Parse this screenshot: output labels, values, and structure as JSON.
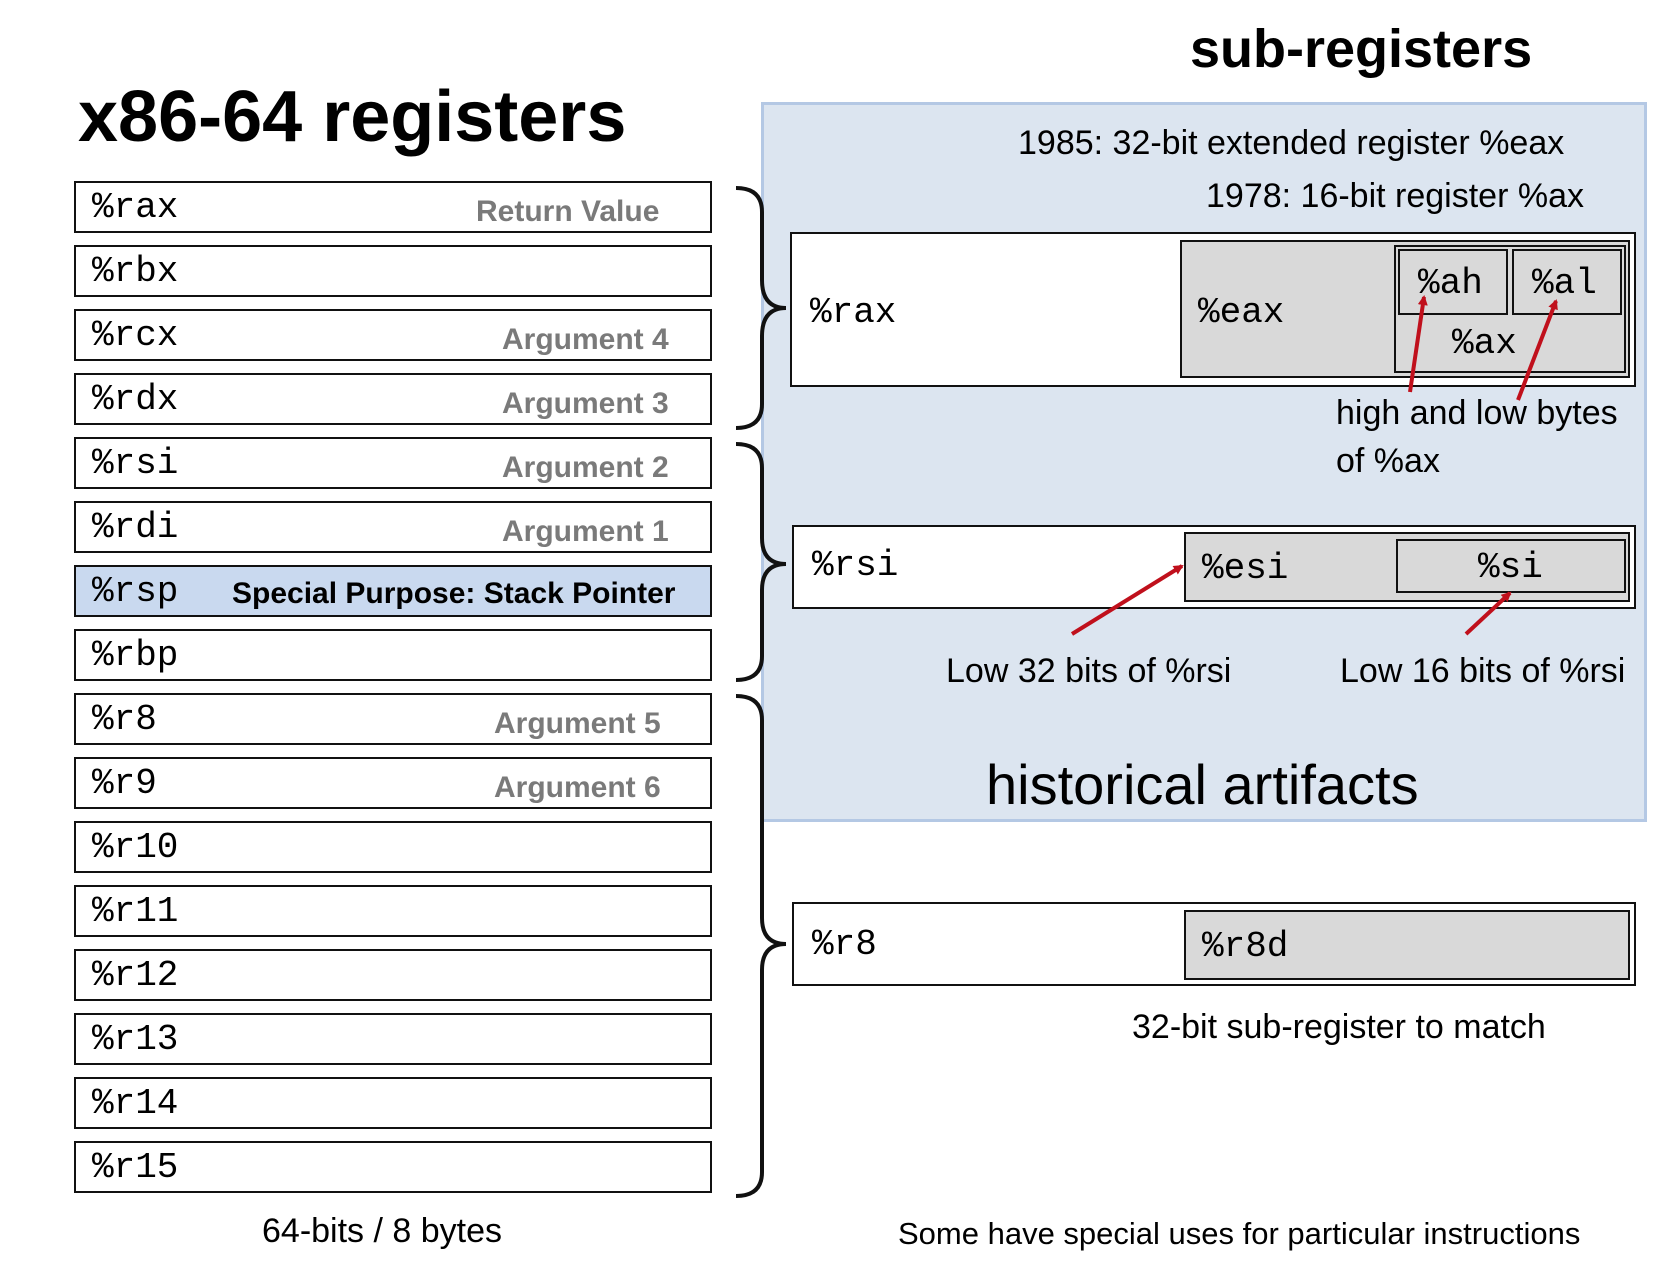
{
  "titles": {
    "main": "x86-64 registers",
    "sub": "sub-registers"
  },
  "registers": [
    {
      "name": "%rax",
      "note": "Return Value"
    },
    {
      "name": "%rbx",
      "note": ""
    },
    {
      "name": "%rcx",
      "note": "Argument 4"
    },
    {
      "name": "%rdx",
      "note": "Argument 3"
    },
    {
      "name": "%rsi",
      "note": "Argument 2"
    },
    {
      "name": "%rdi",
      "note": "Argument 1"
    },
    {
      "name": "%rsp",
      "note": "Special Purpose: Stack Pointer"
    },
    {
      "name": "%rbp",
      "note": ""
    },
    {
      "name": "%r8",
      "note": "Argument 5"
    },
    {
      "name": "%r9",
      "note": "Argument 6"
    },
    {
      "name": "%r10",
      "note": ""
    },
    {
      "name": "%r11",
      "note": ""
    },
    {
      "name": "%r12",
      "note": ""
    },
    {
      "name": "%r13",
      "note": ""
    },
    {
      "name": "%r14",
      "note": ""
    },
    {
      "name": "%r15",
      "note": ""
    }
  ],
  "footer_left": "64-bits / 8 bytes",
  "footer_right": "Some have special uses for particular instructions",
  "subregs": {
    "history_1985": "1985: 32-bit extended register %eax",
    "history_1978": "1978: 16-bit register %ax",
    "rax": {
      "full": "%rax",
      "eax": "%eax",
      "ah": "%ah",
      "al": "%al",
      "ax": "%ax",
      "caption_line1": "high and low bytes",
      "caption_line2": "of %ax"
    },
    "rsi": {
      "full": "%rsi",
      "esi": "%esi",
      "si": "%si",
      "caption_32": "Low 32 bits of %rsi",
      "caption_16": "Low 16 bits of %rsi"
    },
    "historical": "historical artifacts",
    "r8": {
      "full": "%r8",
      "r8d": "%r8d",
      "caption": "32-bit sub-register to match"
    }
  },
  "colors": {
    "arrow": "#c0101c",
    "panel": "#dce5f0",
    "highlight": "#c9d9ef",
    "sub_box": "#d9d9d9"
  }
}
